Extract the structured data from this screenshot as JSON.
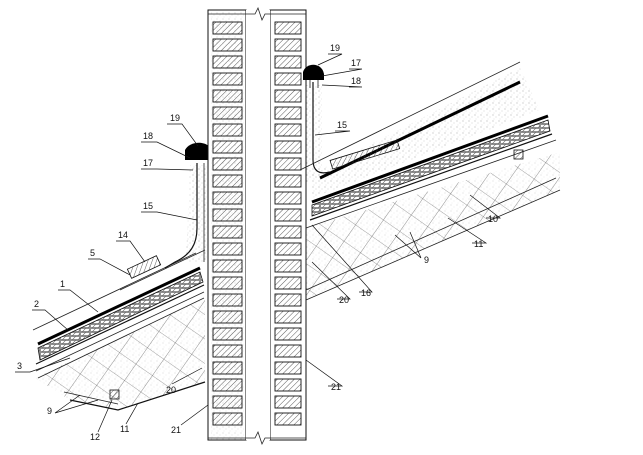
{
  "diagram": {
    "labels": {
      "l1": "1",
      "l2": "2",
      "l3": "3",
      "l5": "5",
      "l9a": "9",
      "l9b": "9",
      "l10": "10",
      "l11a": "11",
      "l11b": "11",
      "l12": "12",
      "l14": "14",
      "l15a": "15",
      "l15b": "15",
      "l16": "16",
      "l17a": "17",
      "l17b": "17",
      "l18a": "18",
      "l18b": "18",
      "l19a": "19",
      "l19b": "19",
      "l20a": "20",
      "l20b": "20",
      "l21a": "21",
      "l21b": "21"
    },
    "colors": {
      "ink": "#111111",
      "paper": "#ffffff",
      "brick_fill": "#f4f4f4",
      "stipple": "#9a9a9a"
    }
  }
}
